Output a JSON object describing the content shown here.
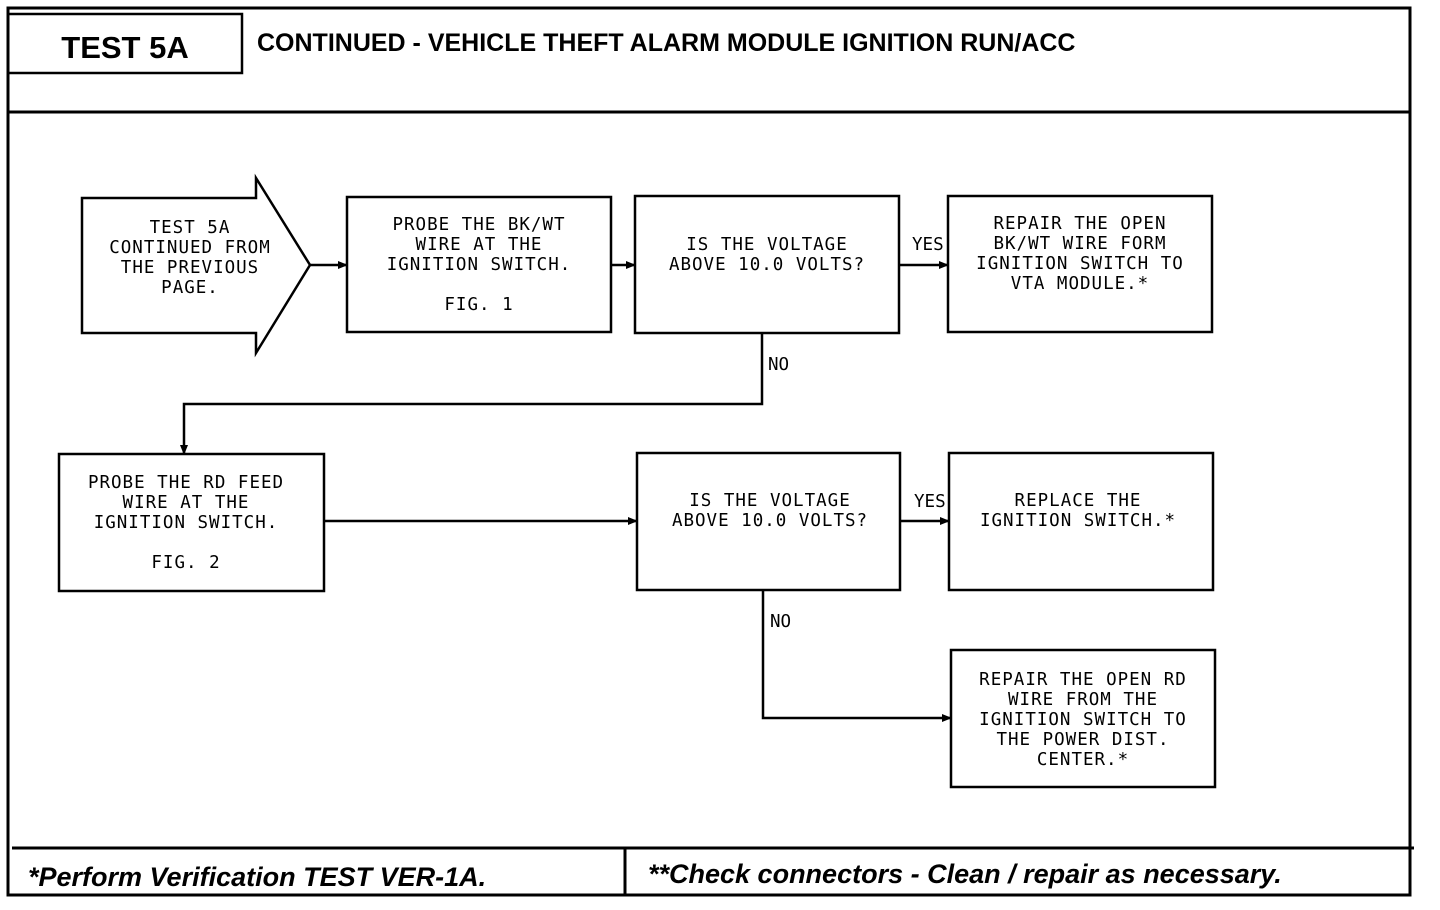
{
  "header": {
    "code": "TEST 5A",
    "title": "CONTINUED - VEHICLE THEFT ALARM MODULE IGNITION RUN/ACC"
  },
  "nodes": {
    "start": [
      "TEST 5A",
      "CONTINUED FROM",
      "THE PREVIOUS",
      "PAGE."
    ],
    "probe_bkwt": [
      "PROBE THE BK/WT",
      "WIRE AT THE",
      "IGNITION SWITCH.",
      "",
      "FIG. 1"
    ],
    "question1": [
      "IS THE VOLTAGE",
      "ABOVE 10.0 VOLTS?"
    ],
    "repair_bkwt": [
      "REPAIR THE OPEN",
      "BK/WT WIRE FORM",
      "IGNITION SWITCH TO",
      "VTA MODULE.*"
    ],
    "probe_rd": [
      "PROBE THE RD FEED",
      "WIRE AT THE",
      "IGNITION SWITCH.",
      "",
      "FIG. 2"
    ],
    "question2": [
      "IS THE VOLTAGE",
      "ABOVE 10.0 VOLTS?"
    ],
    "replace_switch": [
      "REPLACE THE",
      "IGNITION SWITCH.*"
    ],
    "repair_rd": [
      "REPAIR THE OPEN RD",
      "WIRE FROM THE",
      "IGNITION SWITCH TO",
      "THE POWER DIST.",
      "CENTER.*"
    ]
  },
  "edges": {
    "q1_yes": "YES",
    "q1_no": "NO",
    "q2_yes": "YES",
    "q2_no": "NO"
  },
  "footer": {
    "left": "*Perform Verification TEST VER-1A.",
    "right": "**Check connectors - Clean / repair as necessary."
  }
}
